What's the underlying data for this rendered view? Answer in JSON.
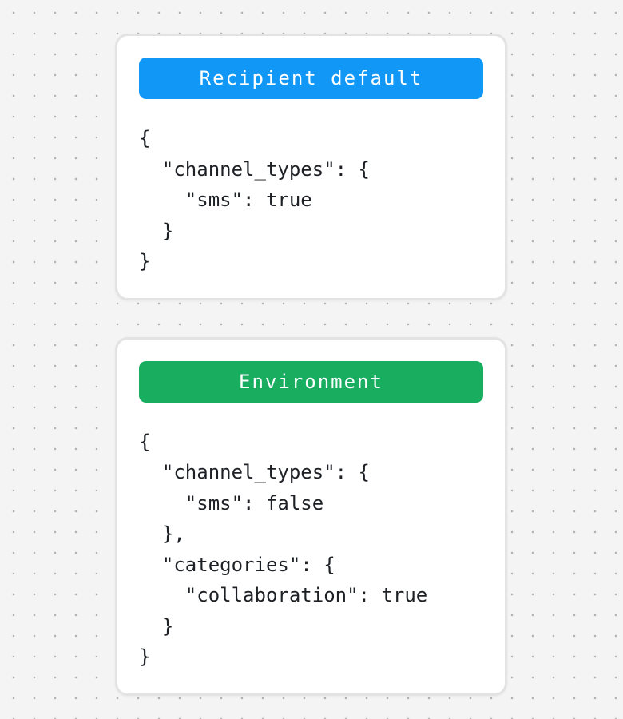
{
  "canvas": {
    "background_color": "#f4f4f4",
    "dot_color": "#b3b3b3",
    "card_border_color": "#e3e3e3"
  },
  "cards": [
    {
      "header": {
        "label": "Recipient default",
        "color": "#1197f6",
        "text_color": "#ffffff"
      },
      "code": "{\n  \"channel_types\": {\n    \"sms\": true\n  }\n}"
    },
    {
      "header": {
        "label": "Environment",
        "color": "#19ad5f",
        "text_color": "#ffffff"
      },
      "code": "{\n  \"channel_types\": {\n    \"sms\": false\n  },\n  \"categories\": {\n    \"collaboration\": true\n  }\n}"
    }
  ]
}
